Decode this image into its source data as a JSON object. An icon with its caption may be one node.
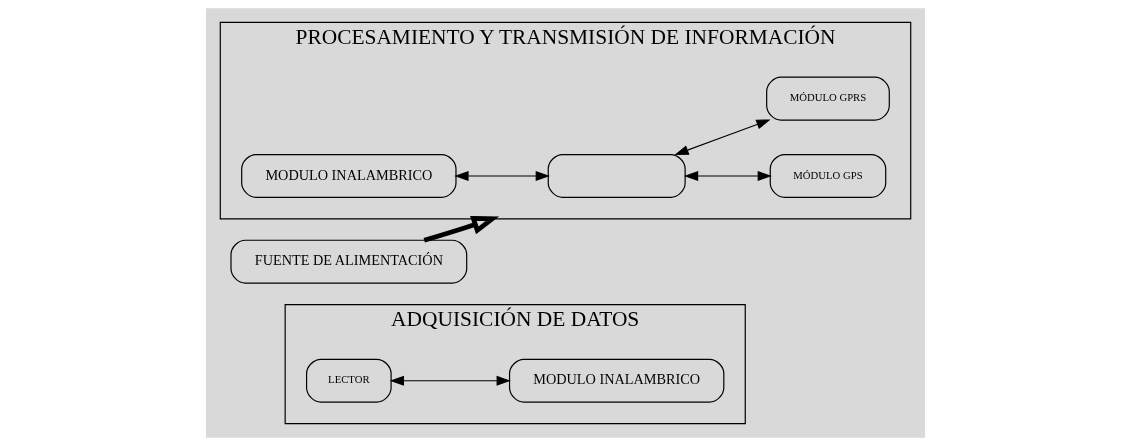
{
  "diagram": {
    "nodes": [
      {
        "text": [
          "ADQUISICIÓN DE DATOS"
        ]
      },
      {
        "text": [
          "LECTOR"
        ],
        "in": 0
      },
      {
        "text": [
          "MODULO INALAMBRICO"
        ],
        "in": 0
      },
      {
        "text": [
          "PROCESAMIENTO Y TRANSMISIÓN DE INFORMACIÓN"
        ]
      },
      {
        "text": [
          "MODULO INALAMBRICO"
        ],
        "in": 3
      },
      {
        "text": [],
        "shape": "box",
        "in": 3
      },
      {
        "text": [
          "MÓDULO GPS"
        ],
        "in": 3
      },
      {
        "text": [
          "MÓDULO GPRS"
        ],
        "in": 3
      },
      {
        "text": [
          "FUENTE DE ALIMENTACIÓN"
        ]
      }
    ],
    "edges": [
      {
        "from": 1,
        "to": 2,
        "arrow": "both"
      },
      {
        "from": 4,
        "to": 5,
        "arrow": "both"
      },
      {
        "from": 5,
        "to": 6,
        "arrow": "both"
      },
      {
        "from": 5,
        "to": 7,
        "arrow": "both"
      },
      {
        "from": 8,
        "to": 3,
        "arrow": "to",
        "style": "thick"
      }
    ]
  }
}
